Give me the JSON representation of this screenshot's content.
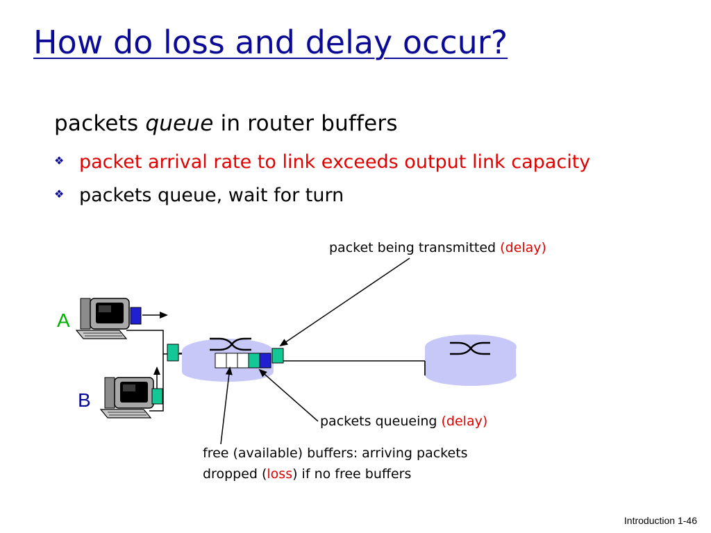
{
  "slide": {
    "title": "How do loss and delay occur?",
    "lead": {
      "pre": "packets ",
      "emph": "queue",
      "post": " in router buffers"
    },
    "bullets": [
      "packet arrival rate to link exceeds output link capacity",
      "packets queue, wait for turn"
    ]
  },
  "diagram": {
    "hosts": [
      "A",
      "B"
    ],
    "label_transmitted": "packet being transmitted ",
    "label_queueing": "packets queueing ",
    "delay_word": "(delay)",
    "label_free_line1": "free (available) buffers: arriving packets",
    "label_free_line2_pre": "dropped (",
    "loss_word": "loss",
    "label_free_line2_post": ") if no free buffers"
  },
  "footer": "Introduction 1-46",
  "colors": {
    "title": "#0a0a96",
    "highlight": "#e00000",
    "router": "#c8c8f8",
    "packet_green": "#14c896",
    "packet_blue": "#2020d0"
  }
}
